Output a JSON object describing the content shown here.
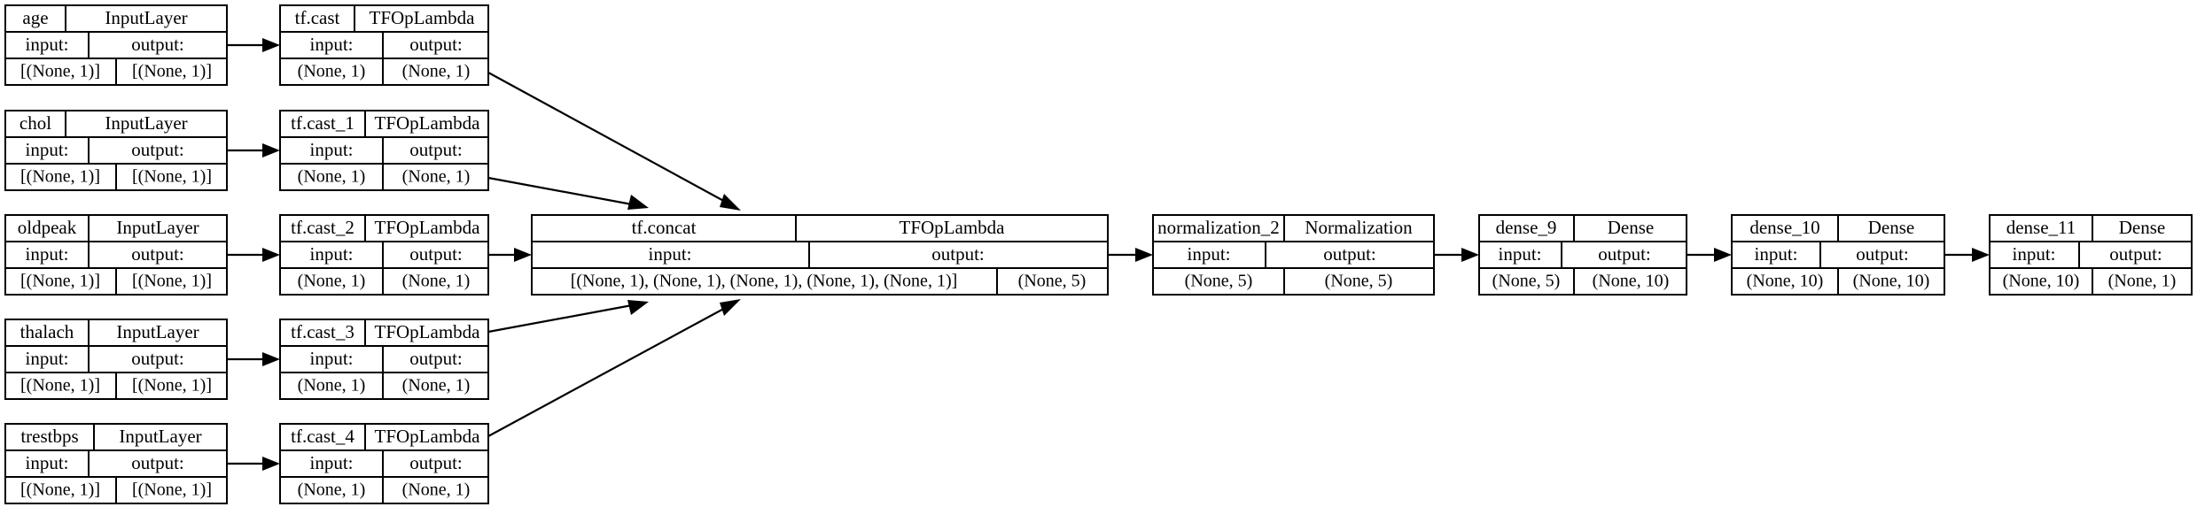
{
  "diagram": {
    "title": "Keras functional model plot",
    "type": "model-architecture-graph",
    "background_color": "#ffffff",
    "node_fill": "#ffffff",
    "node_border": "#000000",
    "edge_color": "#000000",
    "row_labels": [
      "input:",
      "output:"
    ]
  },
  "nodes": [
    {
      "id": "age",
      "name": "age",
      "class": "InputLayer",
      "input_label": "input:",
      "output_label": "output:",
      "input_shape": "[(None, 1)]",
      "output_shape": "[(None, 1)]"
    },
    {
      "id": "tf_cast",
      "name": "tf.cast",
      "class": "TFOpLambda",
      "input_label": "input:",
      "output_label": "output:",
      "input_shape": "(None, 1)",
      "output_shape": "(None, 1)"
    },
    {
      "id": "chol",
      "name": "chol",
      "class": "InputLayer",
      "input_label": "input:",
      "output_label": "output:",
      "input_shape": "[(None, 1)]",
      "output_shape": "[(None, 1)]"
    },
    {
      "id": "tf_cast_1",
      "name": "tf.cast_1",
      "class": "TFOpLambda",
      "input_label": "input:",
      "output_label": "output:",
      "input_shape": "(None, 1)",
      "output_shape": "(None, 1)"
    },
    {
      "id": "oldpeak",
      "name": "oldpeak",
      "class": "InputLayer",
      "input_label": "input:",
      "output_label": "output:",
      "input_shape": "[(None, 1)]",
      "output_shape": "[(None, 1)]"
    },
    {
      "id": "tf_cast_2",
      "name": "tf.cast_2",
      "class": "TFOpLambda",
      "input_label": "input:",
      "output_label": "output:",
      "input_shape": "(None, 1)",
      "output_shape": "(None, 1)"
    },
    {
      "id": "thalach",
      "name": "thalach",
      "class": "InputLayer",
      "input_label": "input:",
      "output_label": "output:",
      "input_shape": "[(None, 1)]",
      "output_shape": "[(None, 1)]"
    },
    {
      "id": "tf_cast_3",
      "name": "tf.cast_3",
      "class": "TFOpLambda",
      "input_label": "input:",
      "output_label": "output:",
      "input_shape": "(None, 1)",
      "output_shape": "(None, 1)"
    },
    {
      "id": "trestbps",
      "name": "trestbps",
      "class": "InputLayer",
      "input_label": "input:",
      "output_label": "output:",
      "input_shape": "[(None, 1)]",
      "output_shape": "[(None, 1)]"
    },
    {
      "id": "tf_cast_4",
      "name": "tf.cast_4",
      "class": "TFOpLambda",
      "input_label": "input:",
      "output_label": "output:",
      "input_shape": "(None, 1)",
      "output_shape": "(None, 1)"
    },
    {
      "id": "tf_concat",
      "name": "tf.concat",
      "class": "TFOpLambda",
      "input_label": "input:",
      "output_label": "output:",
      "input_shape": "[(None, 1), (None, 1), (None, 1), (None, 1), (None, 1)]",
      "output_shape": "(None, 5)"
    },
    {
      "id": "normalization_2",
      "name": "normalization_2",
      "class": "Normalization",
      "input_label": "input:",
      "output_label": "output:",
      "input_shape": "(None, 5)",
      "output_shape": "(None, 5)"
    },
    {
      "id": "dense_9",
      "name": "dense_9",
      "class": "Dense",
      "input_label": "input:",
      "output_label": "output:",
      "input_shape": "(None, 5)",
      "output_shape": "(None, 10)"
    },
    {
      "id": "dense_10",
      "name": "dense_10",
      "class": "Dense",
      "input_label": "input:",
      "output_label": "output:",
      "input_shape": "(None, 10)",
      "output_shape": "(None, 10)"
    },
    {
      "id": "dense_11",
      "name": "dense_11",
      "class": "Dense",
      "input_label": "input:",
      "output_label": "output:",
      "input_shape": "(None, 10)",
      "output_shape": "(None, 1)"
    }
  ],
  "edges": [
    {
      "from": "age",
      "to": "tf_cast"
    },
    {
      "from": "chol",
      "to": "tf_cast_1"
    },
    {
      "from": "oldpeak",
      "to": "tf_cast_2"
    },
    {
      "from": "thalach",
      "to": "tf_cast_3"
    },
    {
      "from": "trestbps",
      "to": "tf_cast_4"
    },
    {
      "from": "tf_cast",
      "to": "tf_concat"
    },
    {
      "from": "tf_cast_1",
      "to": "tf_concat"
    },
    {
      "from": "tf_cast_2",
      "to": "tf_concat"
    },
    {
      "from": "tf_cast_3",
      "to": "tf_concat"
    },
    {
      "from": "tf_cast_4",
      "to": "tf_concat"
    },
    {
      "from": "tf_concat",
      "to": "normalization_2"
    },
    {
      "from": "normalization_2",
      "to": "dense_9"
    },
    {
      "from": "dense_9",
      "to": "dense_10"
    },
    {
      "from": "dense_10",
      "to": "dense_11"
    }
  ]
}
